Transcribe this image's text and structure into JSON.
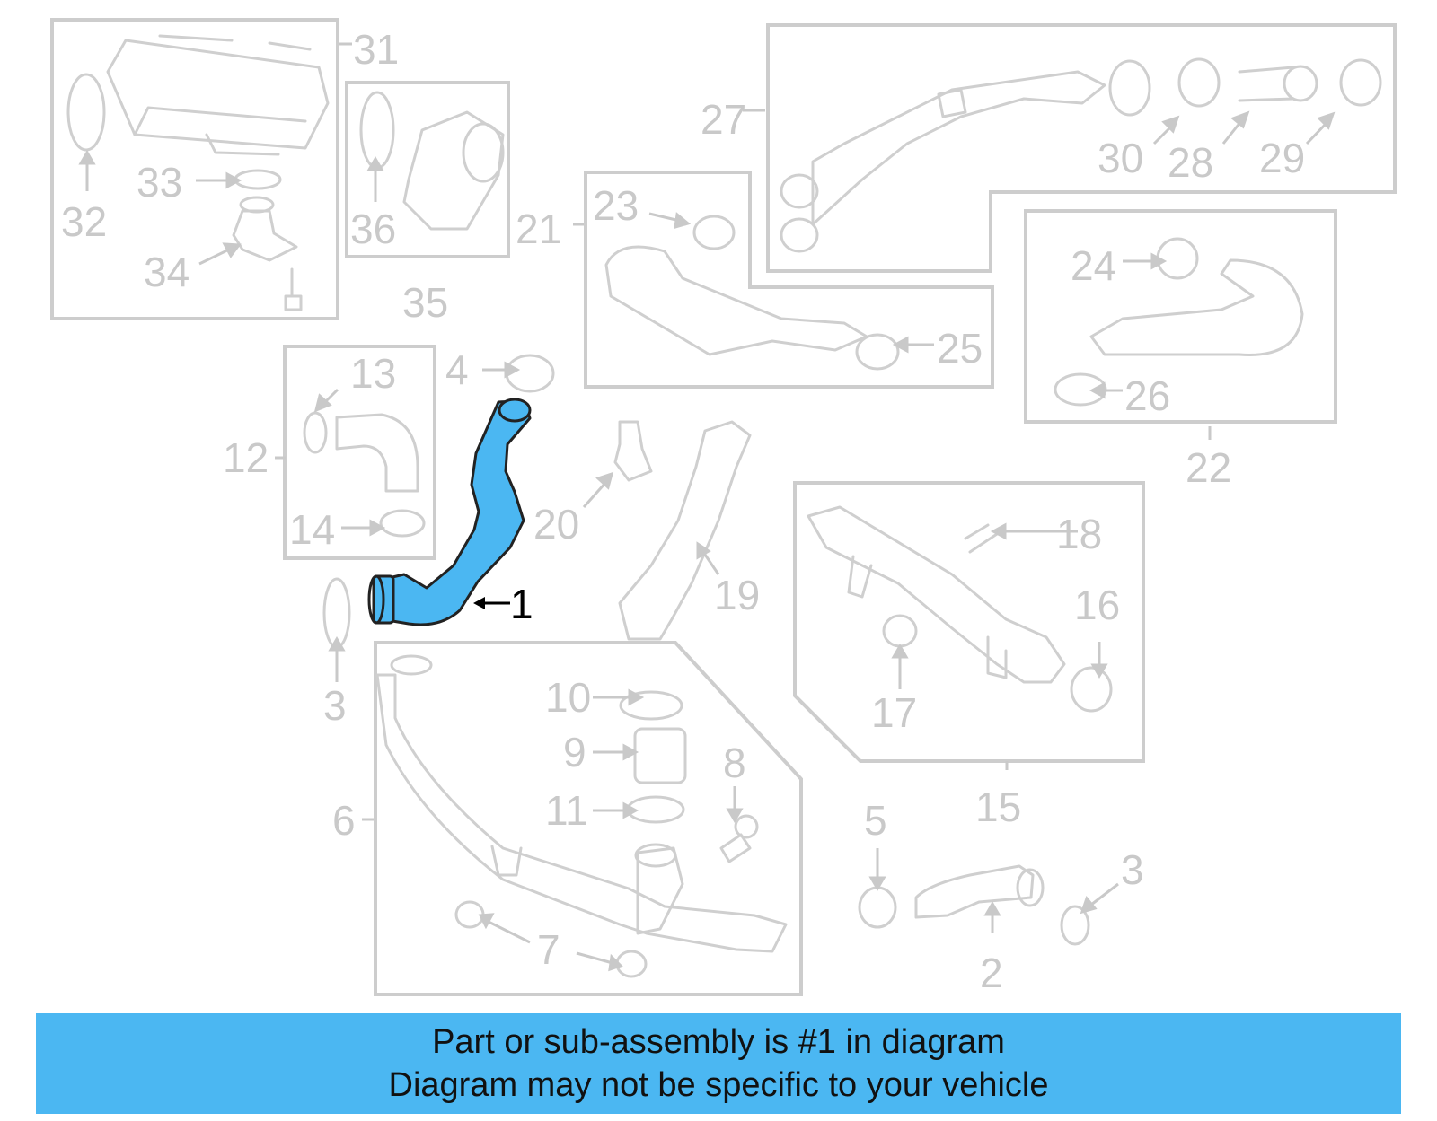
{
  "colors": {
    "banner_bg": "#4bb7f2",
    "highlight_part": "#4bb7f2",
    "line_faint": "#cfcfcf",
    "label_faint": "#c9c9c9"
  },
  "highlighted_part": "1",
  "callouts": {
    "c1": "1",
    "c2": "2",
    "c3a": "3",
    "c3b": "3",
    "c4": "4",
    "c5": "5",
    "c6": "6",
    "c7": "7",
    "c8": "8",
    "c9": "9",
    "c10": "10",
    "c11": "11",
    "c12": "12",
    "c13": "13",
    "c14": "14",
    "c15": "15",
    "c16": "16",
    "c17": "17",
    "c18": "18",
    "c19": "19",
    "c20": "20",
    "c21": "21",
    "c22": "22",
    "c23": "23",
    "c24": "24",
    "c25": "25",
    "c26": "26",
    "c27": "27",
    "c28": "28",
    "c29": "29",
    "c30": "30",
    "c31": "31",
    "c32": "32",
    "c33": "33",
    "c34": "34",
    "c35": "35",
    "c36": "36"
  },
  "banner": {
    "line1": "Part or sub-assembly is #1 in diagram",
    "line2": "Diagram may not be specific to your vehicle"
  }
}
